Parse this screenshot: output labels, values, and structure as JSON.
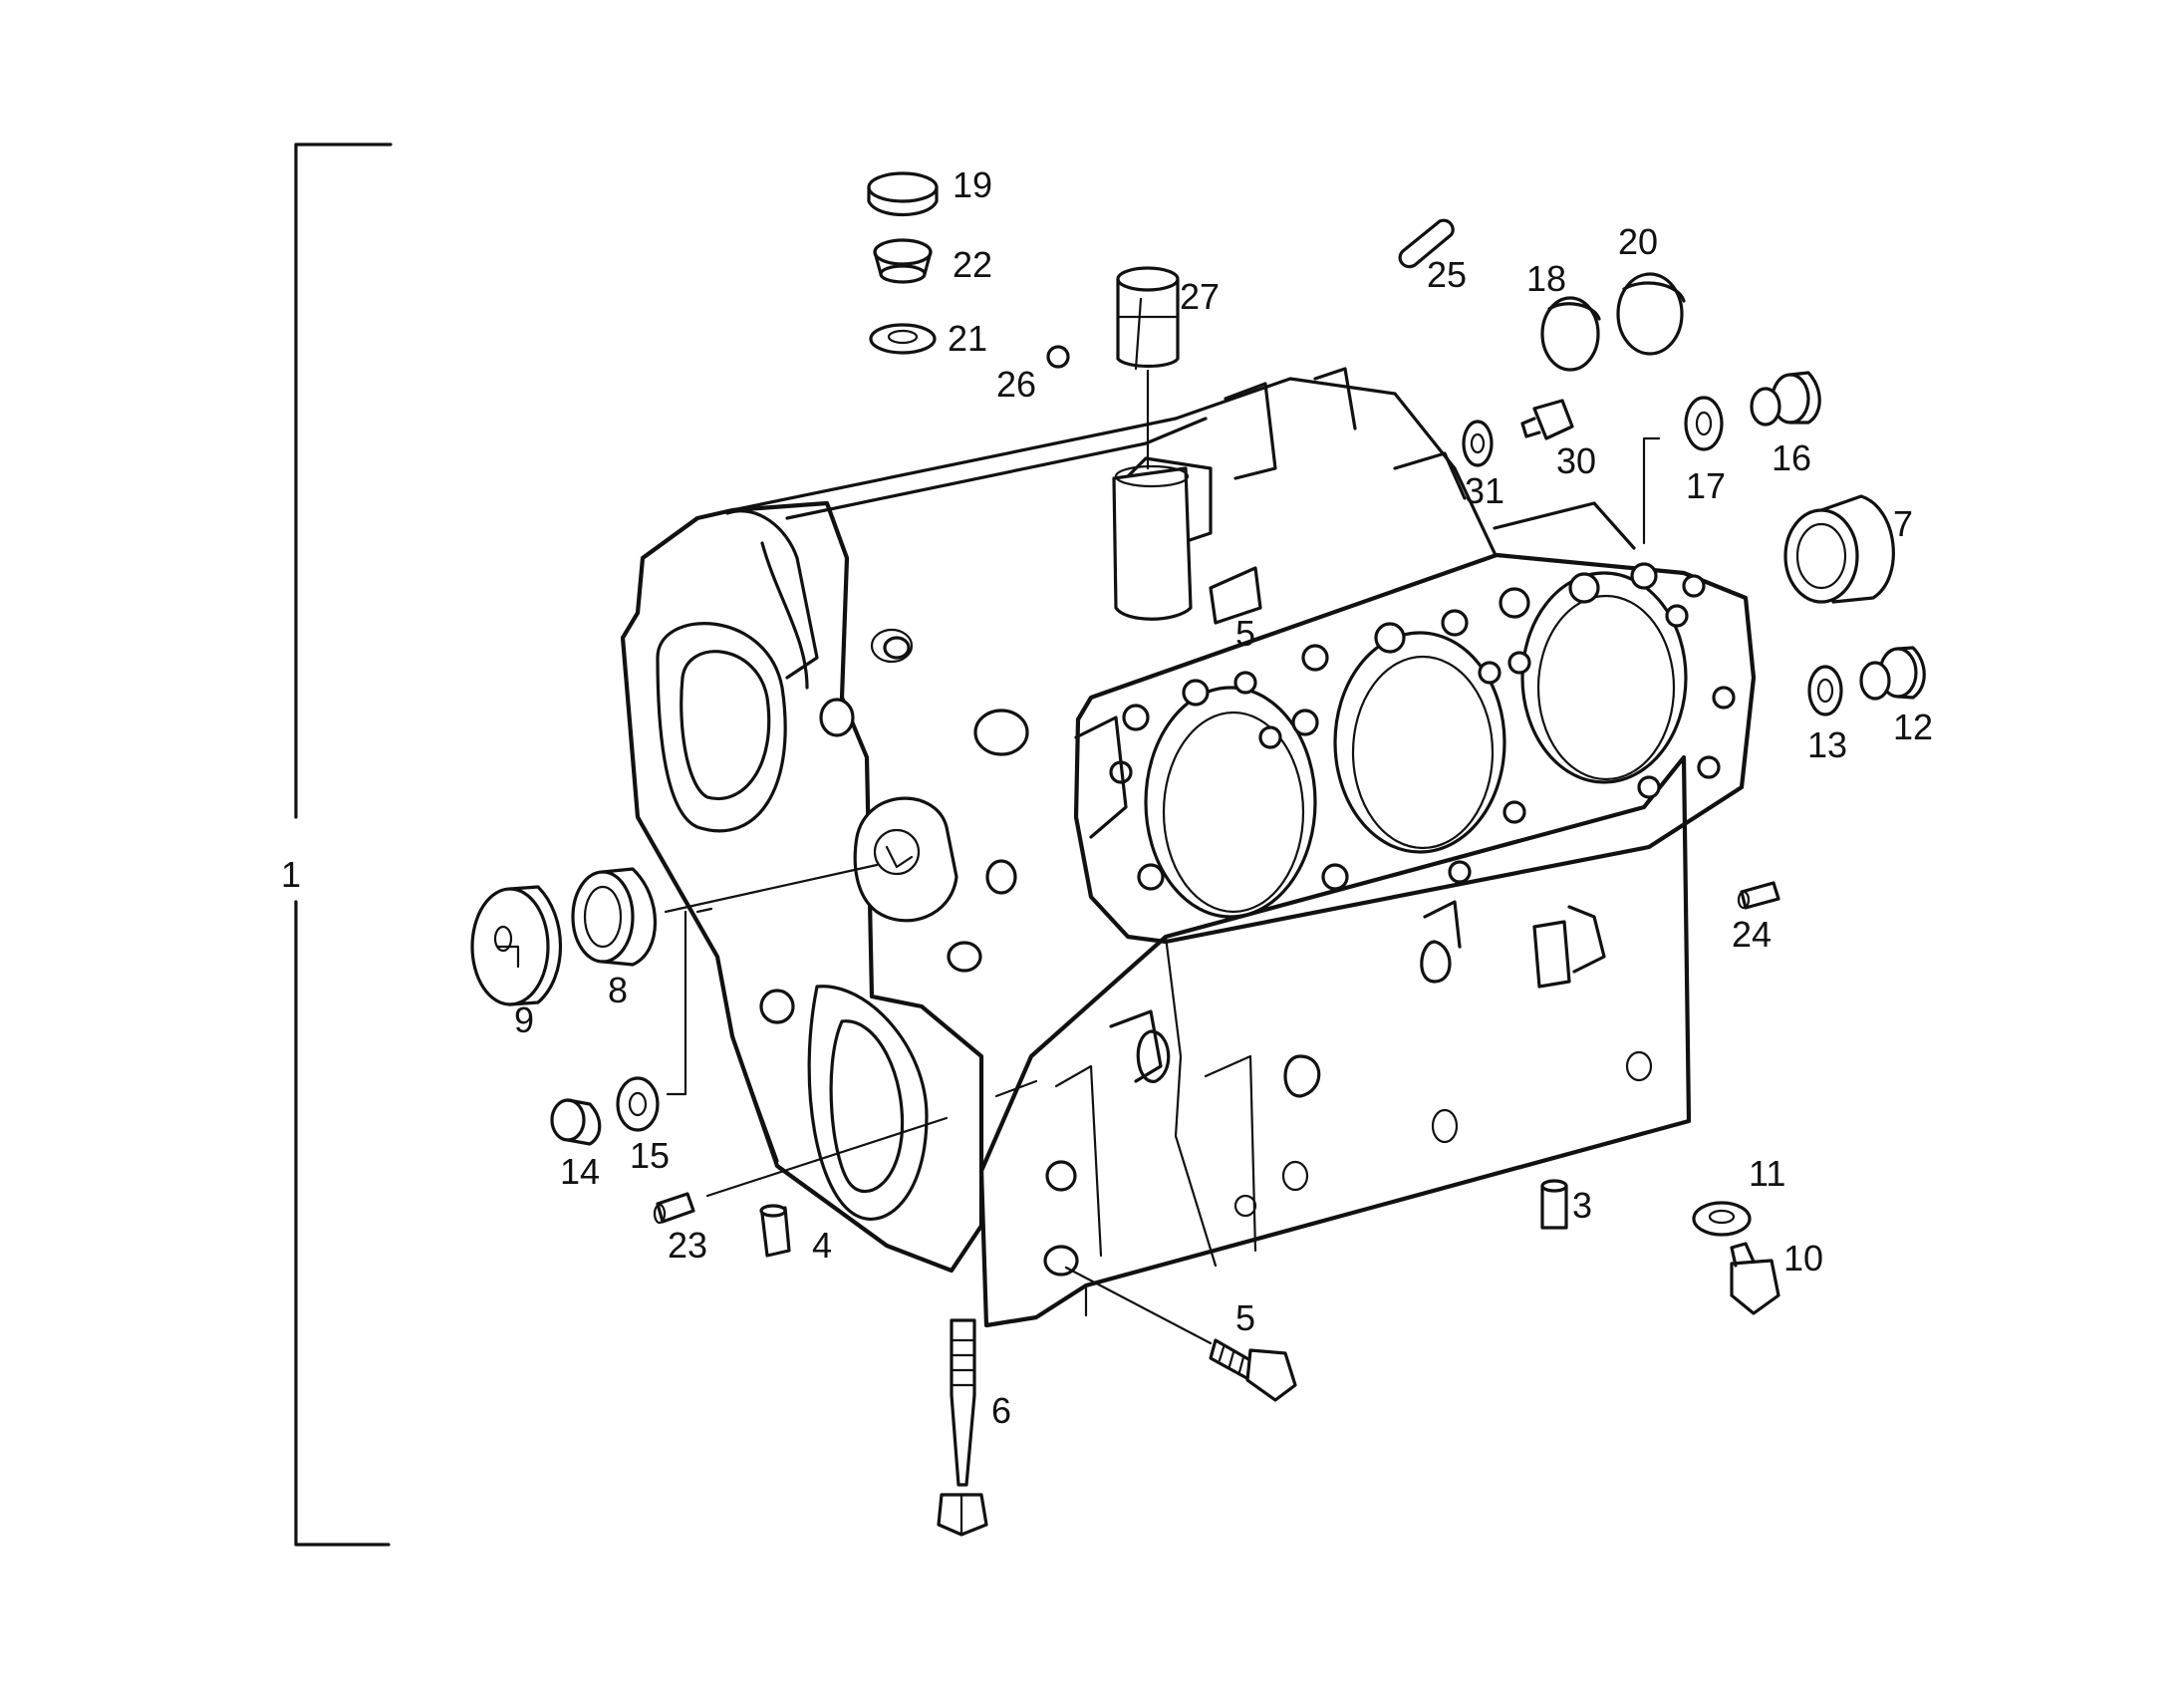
{
  "diagram": {
    "labels": {
      "l1": "1",
      "l3": "3",
      "l4": "4",
      "l5a": "5",
      "l5b": "5",
      "l6": "6",
      "l7": "7",
      "l8": "8",
      "l9": "9",
      "l10": "10",
      "l11": "11",
      "l12": "12",
      "l13": "13",
      "l14": "14",
      "l15": "15",
      "l16": "16",
      "l17": "17",
      "l18": "18",
      "l19": "19",
      "l20": "20",
      "l21": "21",
      "l22": "22",
      "l23": "23",
      "l24": "24",
      "l25": "25",
      "l26": "26",
      "l27": "27",
      "l30": "30",
      "l31": "31"
    }
  }
}
